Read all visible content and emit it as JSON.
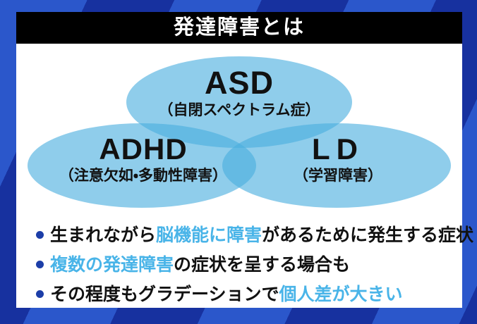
{
  "colors": {
    "stripe_bright": "#2b57cb",
    "stripe_dark": "#17319f",
    "title_bg": "#000000",
    "title_text": "#ffffff",
    "card_bg": "#ffffff",
    "text_black": "#111111",
    "highlight_blue": "#49b4e8",
    "bullet_dot": "#1c3ea8",
    "ellipse_base": "#8fcdeb",
    "ellipse_overlap": "#64bae3"
  },
  "header": {
    "title": "発達障害とは"
  },
  "venn": {
    "circles": [
      {
        "id": "asd",
        "label": "ASD",
        "sublabel": "（自閉スペクトラム症）"
      },
      {
        "id": "adhd",
        "label": "ADHD",
        "sublabel": "（注意欠如・多動性障害）"
      },
      {
        "id": "ld",
        "label": "LD",
        "sublabel": "（学習障害）"
      }
    ]
  },
  "bullets": [
    {
      "segments": [
        {
          "text": "生まれながら",
          "style": "normal"
        },
        {
          "text": "脳機能に障害",
          "style": "highlight"
        },
        {
          "text": "があるために発生する症状",
          "style": "normal"
        }
      ]
    },
    {
      "segments": [
        {
          "text": "複数の発達障害",
          "style": "highlight"
        },
        {
          "text": "の症状を呈する場合も",
          "style": "normal"
        }
      ]
    },
    {
      "segments": [
        {
          "text": "その程度もグラデーションで",
          "style": "normal"
        },
        {
          "text": "個人差が大きい",
          "style": "highlight"
        }
      ]
    }
  ]
}
